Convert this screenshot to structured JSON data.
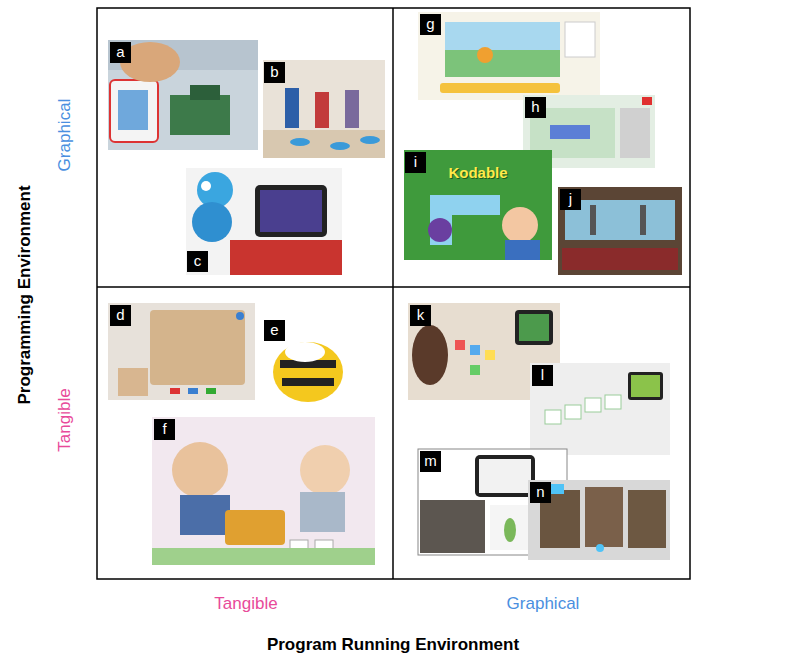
{
  "diagram": {
    "nodes": [
      {
        "text": [
          "a"
        ]
      },
      {
        "text": [
          "b"
        ]
      },
      {
        "text": [
          "c"
        ]
      },
      {
        "text": [
          "g"
        ]
      },
      {
        "text": [
          "h"
        ]
      },
      {
        "text": [
          "i"
        ]
      },
      {
        "text": [
          "j"
        ]
      },
      {
        "text": [
          "d"
        ]
      },
      {
        "text": [
          "e"
        ]
      },
      {
        "text": [
          "f"
        ]
      },
      {
        "text": [
          "k"
        ]
      },
      {
        "text": [
          "l"
        ]
      },
      {
        "text": [
          "m"
        ]
      },
      {
        "text": [
          "n"
        ]
      }
    ],
    "edges": [],
    "labels": [
      "Programming Environment",
      "Graphical",
      "Tangible",
      "Kodable",
      "Tangible",
      "Graphical",
      "Program Running Environment"
    ]
  }
}
